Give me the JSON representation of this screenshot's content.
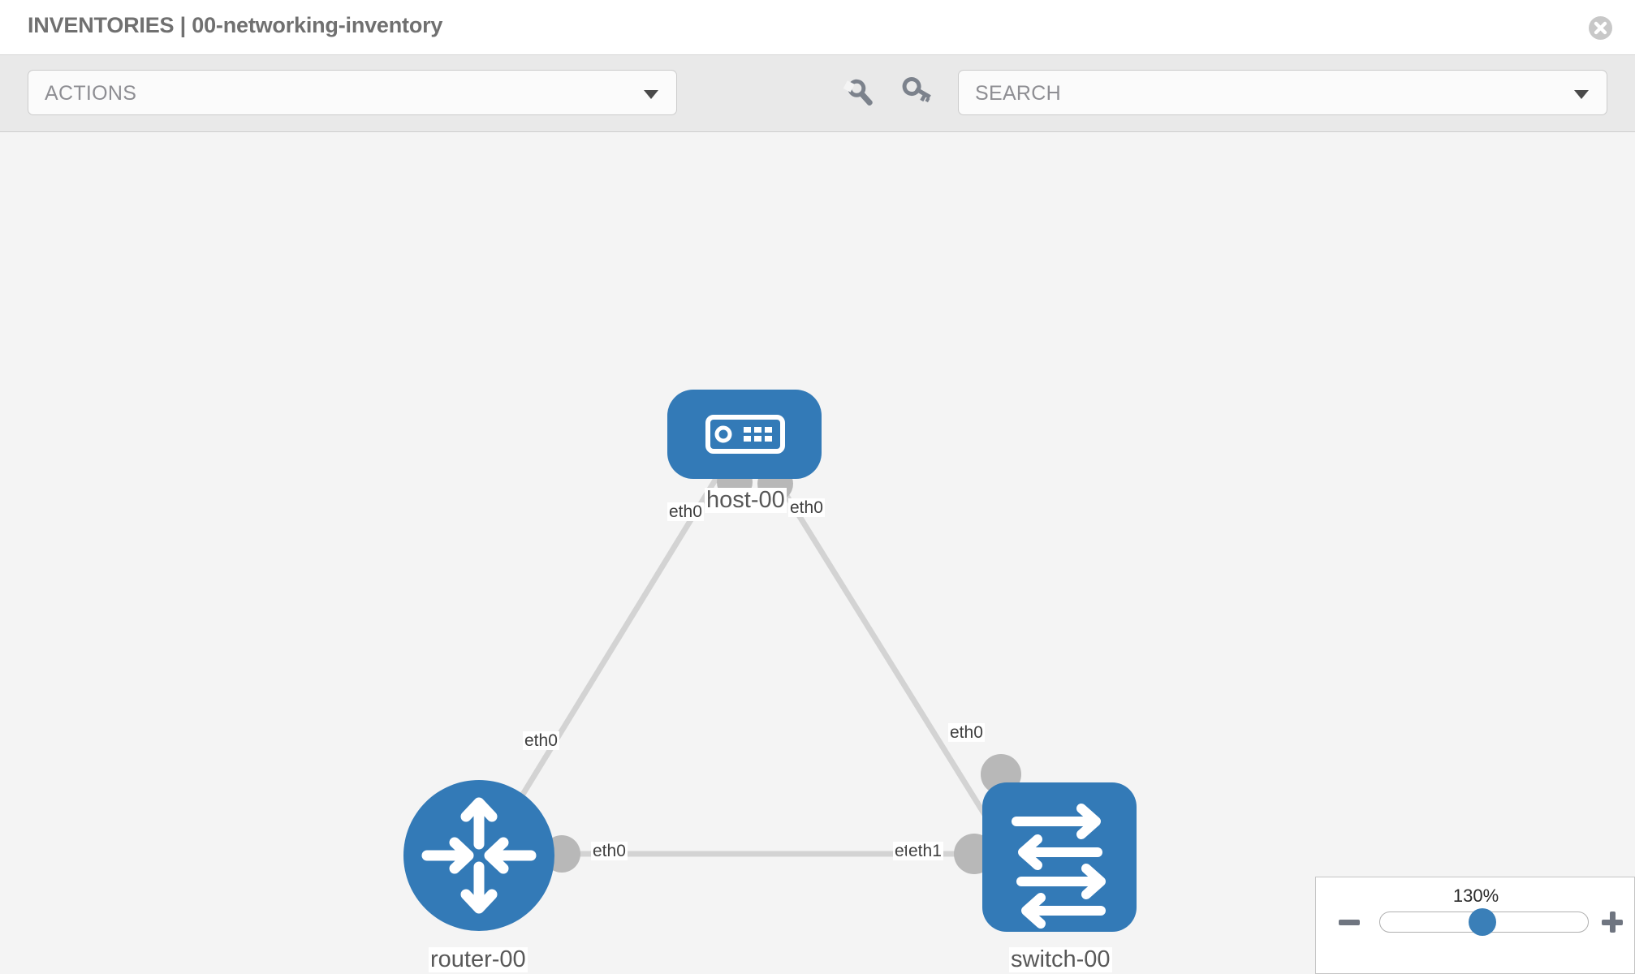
{
  "header": {
    "title": "INVENTORIES | 00-networking-inventory",
    "close_icon": "close-circle-icon"
  },
  "toolbar": {
    "actions_label": "ACTIONS",
    "actions_caret_icon": "chevron-down-icon",
    "wrench_icon": "wrench-icon",
    "key_icon": "key-icon",
    "search_placeholder": "SEARCH",
    "search_value": "",
    "search_caret_icon": "chevron-down-icon"
  },
  "topology": {
    "nodes": [
      {
        "id": "host-00",
        "label": "host-00",
        "type": "host",
        "icon": "server-icon",
        "shape": "rounded-rect",
        "color": "#337ab7"
      },
      {
        "id": "router-00",
        "label": "router-00",
        "type": "router",
        "icon": "router-arrows-icon",
        "shape": "circle",
        "color": "#337ab7"
      },
      {
        "id": "switch-00",
        "label": "switch-00",
        "type": "switch",
        "icon": "switch-arrows-icon",
        "shape": "rounded-rect",
        "color": "#337ab7"
      }
    ],
    "links": [
      {
        "from": "host-00",
        "to": "router-00",
        "from_iface": "eth0",
        "to_iface": "eth0"
      },
      {
        "from": "host-00",
        "to": "switch-00",
        "from_iface": "eth0",
        "to_iface": "eth0"
      },
      {
        "from": "router-00",
        "to": "switch-00",
        "from_iface": "eth0",
        "to_iface": "eth1"
      }
    ],
    "iface_labels": {
      "host_left": "eth0",
      "host_right": "eth0",
      "router_up": "eth0",
      "switch_up": "eth0",
      "router_right": "eth0",
      "switch_left_a": "eth",
      "switch_left_b": "eth1"
    }
  },
  "zoom_control": {
    "value": "130%",
    "minus_icon": "minus-icon",
    "plus_icon": "plus-icon",
    "thumb_icon": "slider-thumb"
  },
  "colors": {
    "accent": "#337ab7",
    "canvas_bg": "#f4f4f4",
    "toolbar_bg": "#e9e9e9",
    "edge": "#d3d3d3",
    "connector": "#b8b8b8"
  }
}
